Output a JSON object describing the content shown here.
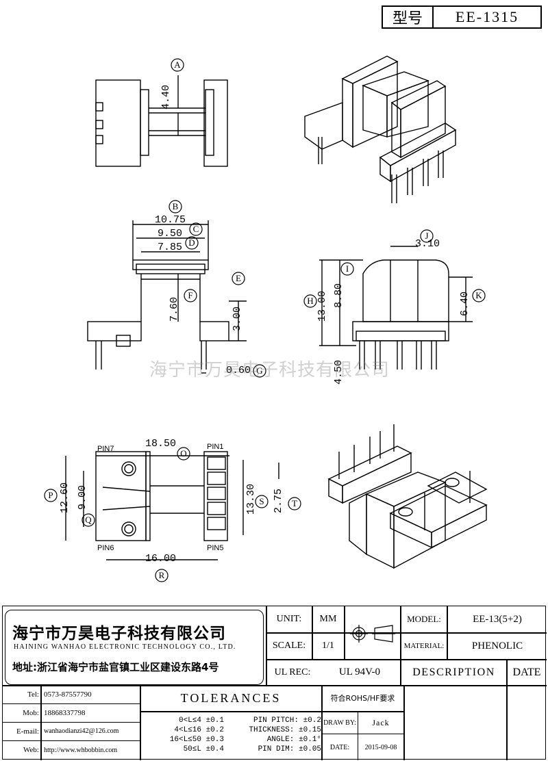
{
  "header": {
    "type_label": "型号",
    "type_value": "EE-1315"
  },
  "view_top": {
    "marker": "A",
    "dim_a": "4.40"
  },
  "view_front": {
    "marker_b": "B",
    "marker_c": "C",
    "marker_d": "D",
    "marker_e": "E",
    "marker_f": "F",
    "marker_g": "G",
    "dim_b": "10.75",
    "dim_c": "9.50",
    "dim_d": "7.85",
    "dim_e": "3.00",
    "dim_f": "7.60",
    "dim_g": "0.60"
  },
  "view_side": {
    "marker_h": "H",
    "marker_i": "I",
    "marker_j": "J",
    "marker_k": "K",
    "dim_h": "13.00",
    "dim_i": "8.80",
    "dim_j": "3.10",
    "dim_k": "6.40",
    "dim_pin": "4.50"
  },
  "view_bottom": {
    "pin7": "PIN7",
    "pin1": "PIN1",
    "pin6": "PIN6",
    "pin5": "PIN5",
    "marker_o": "O",
    "marker_p": "P",
    "marker_q": "Q",
    "marker_r": "R",
    "marker_s": "S",
    "marker_t": "T",
    "dim_o": "18.50",
    "dim_p": "12.60",
    "dim_q": "9.00",
    "dim_r": "16.00",
    "dim_s": "13.30",
    "dim_t": "2.75"
  },
  "watermark": "海宁市万昊电子科技有限公司",
  "title_block": {
    "company_cn": "海宁市万昊电子科技有限公司",
    "company_en": "HAINING WANHAO ELECTRONIC TECHNOLOGY CO., LTD.",
    "address": "地址:浙江省海宁市盐官镇工业区建设东路4号",
    "unit_label": "UNIT:",
    "unit_value": "MM",
    "scale_label": "SCALE:",
    "scale_value": "1/1",
    "ulrec_label": "UL REC:",
    "ulrec_value": "UL 94V-0",
    "model_label": "MODEL:",
    "model_value": "EE-13(5+2)",
    "material_label": "MATERIAL:",
    "material_value": "PHENOLIC",
    "description_label": "DESCRIPTION",
    "date_label": "DATE",
    "tel_label": "Tel:",
    "tel_value": "0573-87557790",
    "mob_label": "Mob:",
    "mob_value": "18868337798",
    "email_label": "E-mail:",
    "email_value": "wanhaodianzi42@126.com",
    "web_label": "Web:",
    "web_value": "http://www.whbobbin.com",
    "tolerances_label": "TOLERANCES",
    "rohs": "符合ROHS/HF要求",
    "tol_lines": [
      "0<L≤4 ±0.1",
      "4<L≤16 ±0.2",
      "16<L≤50 ±0.3",
      "50≤L ±0.4"
    ],
    "pitch_lines": [
      "PIN PITCH: ±0.2",
      "THICKNESS: ±0.15",
      "ANGLE: ±0.1°",
      "PIN DIM: ±0.05"
    ],
    "drawby_label": "DRAW BY:",
    "drawby_value": "Jack",
    "date_label2": "DATE:",
    "date_value": "2015-09-08"
  }
}
